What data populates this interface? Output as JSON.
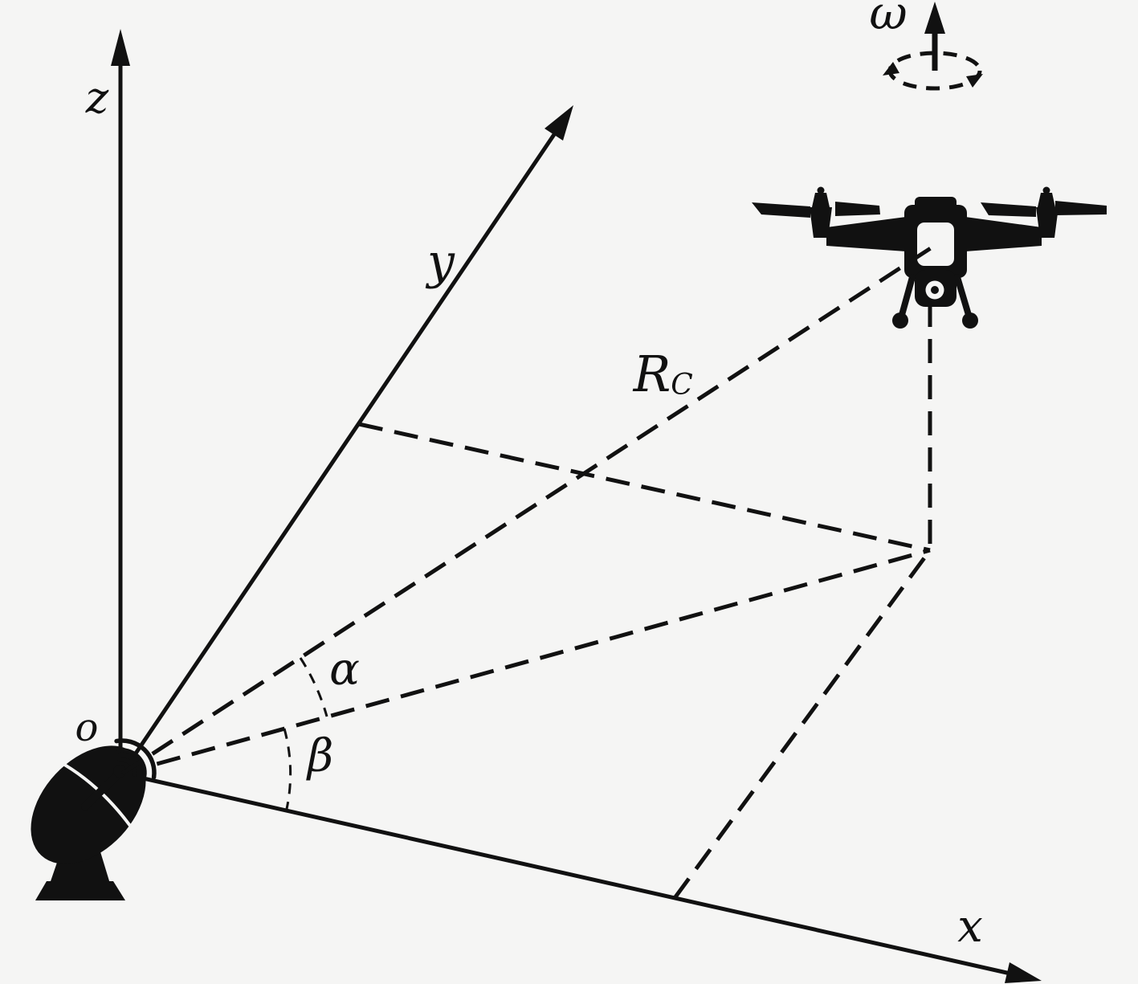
{
  "colors": {
    "background": "#f5f5f4",
    "ink": "#111111"
  },
  "labels": {
    "origin": "o",
    "axis_x": "x",
    "axis_y": "y",
    "axis_z": "z",
    "elevation_angle": "α",
    "azimuth_angle": "β",
    "slant_range": "R",
    "slant_range_subscript": "C",
    "angular_velocity": "ω"
  },
  "icons": [
    {
      "name": "radar-dish-icon",
      "meaning": "radar station at coordinate origin"
    },
    {
      "name": "drone-icon",
      "meaning": "quadcopter UAV target"
    },
    {
      "name": "rotation-arrows-icon",
      "meaning": "spin direction around vertical axis"
    }
  ]
}
